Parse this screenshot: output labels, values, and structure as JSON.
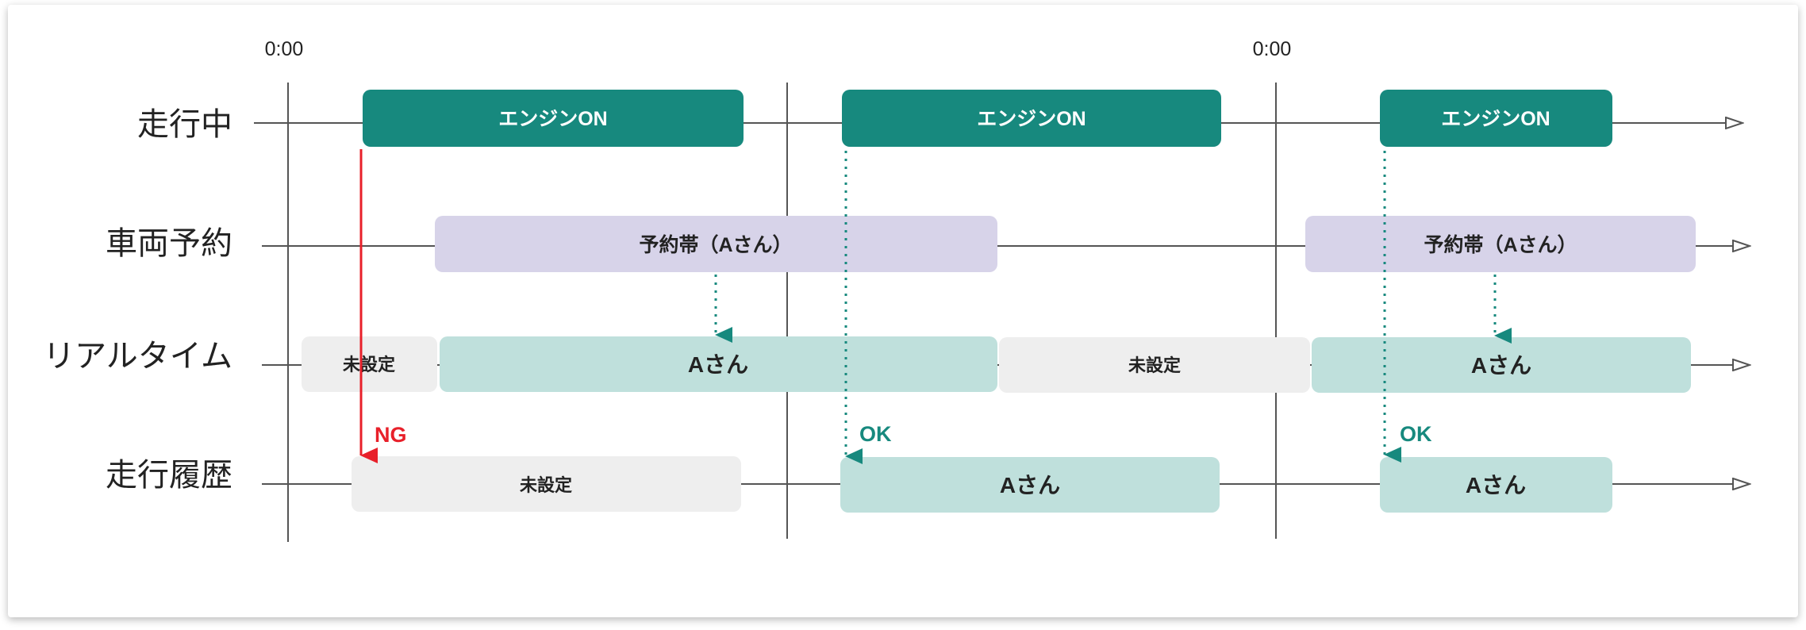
{
  "colors": {
    "engine_on": "#17897E",
    "reservation": "#D7D3E9",
    "assigned": "#BFE0DC",
    "unset": "#EEEEEE",
    "axis": "#555555",
    "ng": "#E8202A",
    "ok": "#17897E"
  },
  "rows": {
    "driving": "走行中",
    "reservation": "車両予約",
    "realtime": "リアルタイム",
    "history": "走行履歴"
  },
  "time_labels": [
    "0:00",
    "0:00"
  ],
  "bars": {
    "engine": [
      "エンジンON",
      "エンジンON",
      "エンジンON"
    ],
    "reservation": [
      "予約帯（Aさん）",
      "予約帯（Aさん）"
    ],
    "realtime": [
      "未設定",
      "Aさん",
      "未設定",
      "Aさん"
    ],
    "history": [
      "未設定",
      "Aさん",
      "Aさん"
    ]
  },
  "marks": {
    "ng": "NG",
    "ok1": "OK",
    "ok2": "OK"
  }
}
